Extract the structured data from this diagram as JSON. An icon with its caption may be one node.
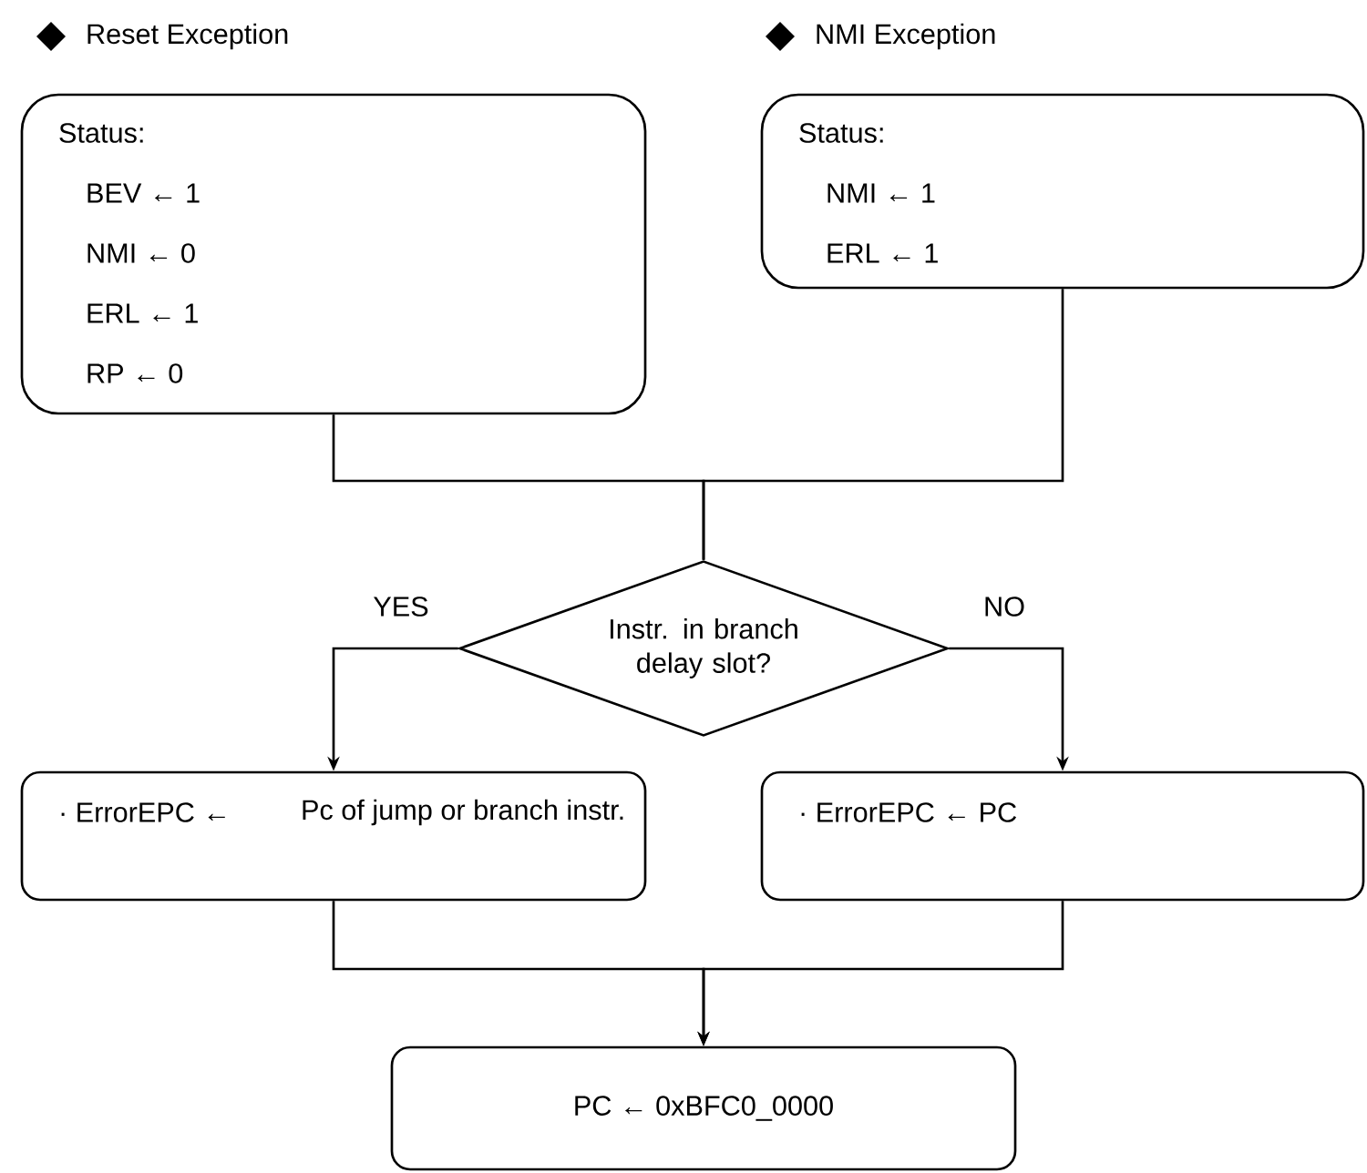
{
  "diagram": {
    "nodes": [
      {
        "text": [
          "Reset Exception",
          "Status:",
          "BEV ← 1",
          "NMI ← 0",
          "ERL ← 1",
          "RP ← 0"
        ]
      },
      {
        "text": [
          "NMI Exception",
          "Status:",
          "NMI ← 1",
          "ERL  ← 1"
        ]
      },
      {
        "text": [
          "Instr. in branch delay slot?"
        ]
      },
      {
        "text": [
          "· ErrorEPC ←",
          "Pc of jump or branch instr."
        ]
      },
      {
        "text": [
          "· ErrorEPC ← PC"
        ]
      },
      {
        "text": [
          "PC ← 0xBFC0_0000"
        ]
      }
    ],
    "edges": [
      {
        "from": 0,
        "to": 2,
        "arrow": "none"
      },
      {
        "from": 1,
        "to": 2,
        "arrow": "none"
      },
      {
        "from": 2,
        "to": 3,
        "arrow": "to",
        "label": "YES"
      },
      {
        "from": 2,
        "to": 4,
        "arrow": "to",
        "label": "NO"
      },
      {
        "from": 3,
        "to": 5,
        "arrow": "to"
      },
      {
        "from": 4,
        "to": 5,
        "arrow": "to"
      }
    ]
  }
}
